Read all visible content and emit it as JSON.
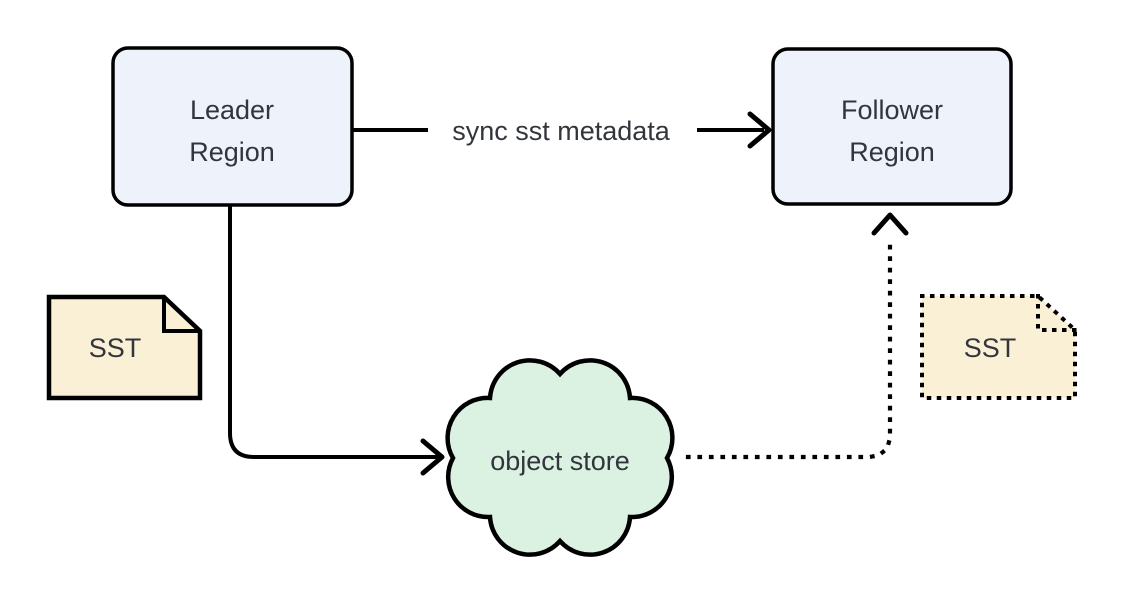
{
  "diagram": {
    "nodes": {
      "leader_region": {
        "lines": [
          "Leader",
          "Region"
        ],
        "shape": "rounded-rect"
      },
      "follower_region": {
        "lines": [
          "Follower",
          "Region"
        ],
        "shape": "rounded-rect"
      },
      "sst_leader": {
        "label": "SST",
        "shape": "note",
        "border": "solid"
      },
      "sst_follower": {
        "label": "SST",
        "shape": "note",
        "border": "dotted"
      },
      "object_store": {
        "label": "object store",
        "shape": "cloud"
      }
    },
    "edges": {
      "sync_metadata": {
        "label": "sync sst metadata",
        "from": "leader_region",
        "to": "follower_region",
        "style": "solid"
      },
      "upload_sst": {
        "from": "leader_region",
        "to": "object_store",
        "style": "solid"
      },
      "fetch_sst": {
        "from": "object_store",
        "to": "follower_region",
        "style": "dotted"
      }
    },
    "colors": {
      "region_fill": "#EDF2FB",
      "sst_fill": "#FAF0D6",
      "cloud_fill": "#DBF2E3",
      "stroke": "#000000",
      "text": "#32363C",
      "background": "#FFFFFF"
    }
  }
}
